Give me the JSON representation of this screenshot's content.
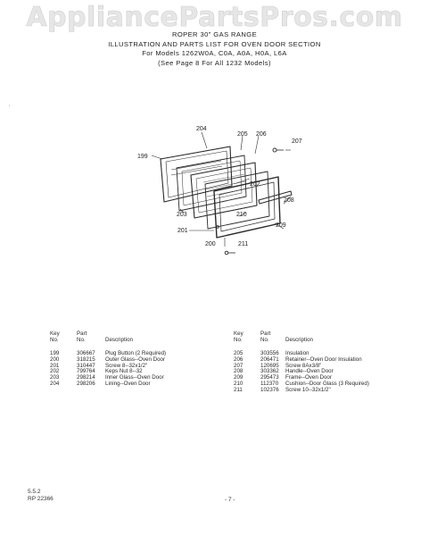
{
  "watermark": "AppliancePartsPros.com",
  "header": {
    "line1": "ROPER 30\" GAS RANGE",
    "line2": "ILLUSTRATION AND PARTS LIST FOR OVEN DOOR SECTION",
    "line3": "For Models 1262W0A, C0A, A0A, H0A, L6A",
    "line4": "(See Page 8 For All 1232 Models)"
  },
  "diagram_labels": {
    "l199": "199",
    "l204": "204",
    "l205": "205",
    "l206": "206",
    "l207": "207",
    "l202": "202",
    "l208": "208",
    "l210": "210",
    "l203": "203",
    "l209": "209",
    "l201": "201",
    "l200": "200",
    "l211": "211"
  },
  "table_headers": {
    "key_1": "Key",
    "key_2": "No.",
    "part_1": "Part",
    "part_2": "No.",
    "description": "Description"
  },
  "parts_left": [
    {
      "key": "199",
      "part": "306667",
      "desc": "Plug Button (2 Required)"
    },
    {
      "key": "200",
      "part": "318215",
      "desc": "Outer Glass--Oven Door"
    },
    {
      "key": "201",
      "part": "310447",
      "desc": "Screw 8--32x1/2\""
    },
    {
      "key": "202",
      "part": "799764",
      "desc": "Keps Nut 8--32"
    },
    {
      "key": "203",
      "part": "298214",
      "desc": "Inner Glass--Oven Door"
    },
    {
      "key": "204",
      "part": "298206",
      "desc": "Lining--Oven Door"
    }
  ],
  "parts_right": [
    {
      "key": "205",
      "part": "303556",
      "desc": "Insulation"
    },
    {
      "key": "206",
      "part": "206471",
      "desc": "Retainer--Oven Door Insulation"
    },
    {
      "key": "207",
      "part": "120695",
      "desc": "Screw 8Ax3/8\""
    },
    {
      "key": "208",
      "part": "303362",
      "desc": "Handle--Oven Door"
    },
    {
      "key": "209",
      "part": "295473",
      "desc": "Frame--Oven Door"
    },
    {
      "key": "210",
      "part": "112370",
      "desc": "Cushion--Door Glass (3 Required)"
    },
    {
      "key": "211",
      "part": "102376",
      "desc": "Screw 10--32x1/2\""
    }
  ],
  "footer": {
    "code1": "5.5.2",
    "code2": "RP 22366",
    "page": "- 7 -"
  }
}
